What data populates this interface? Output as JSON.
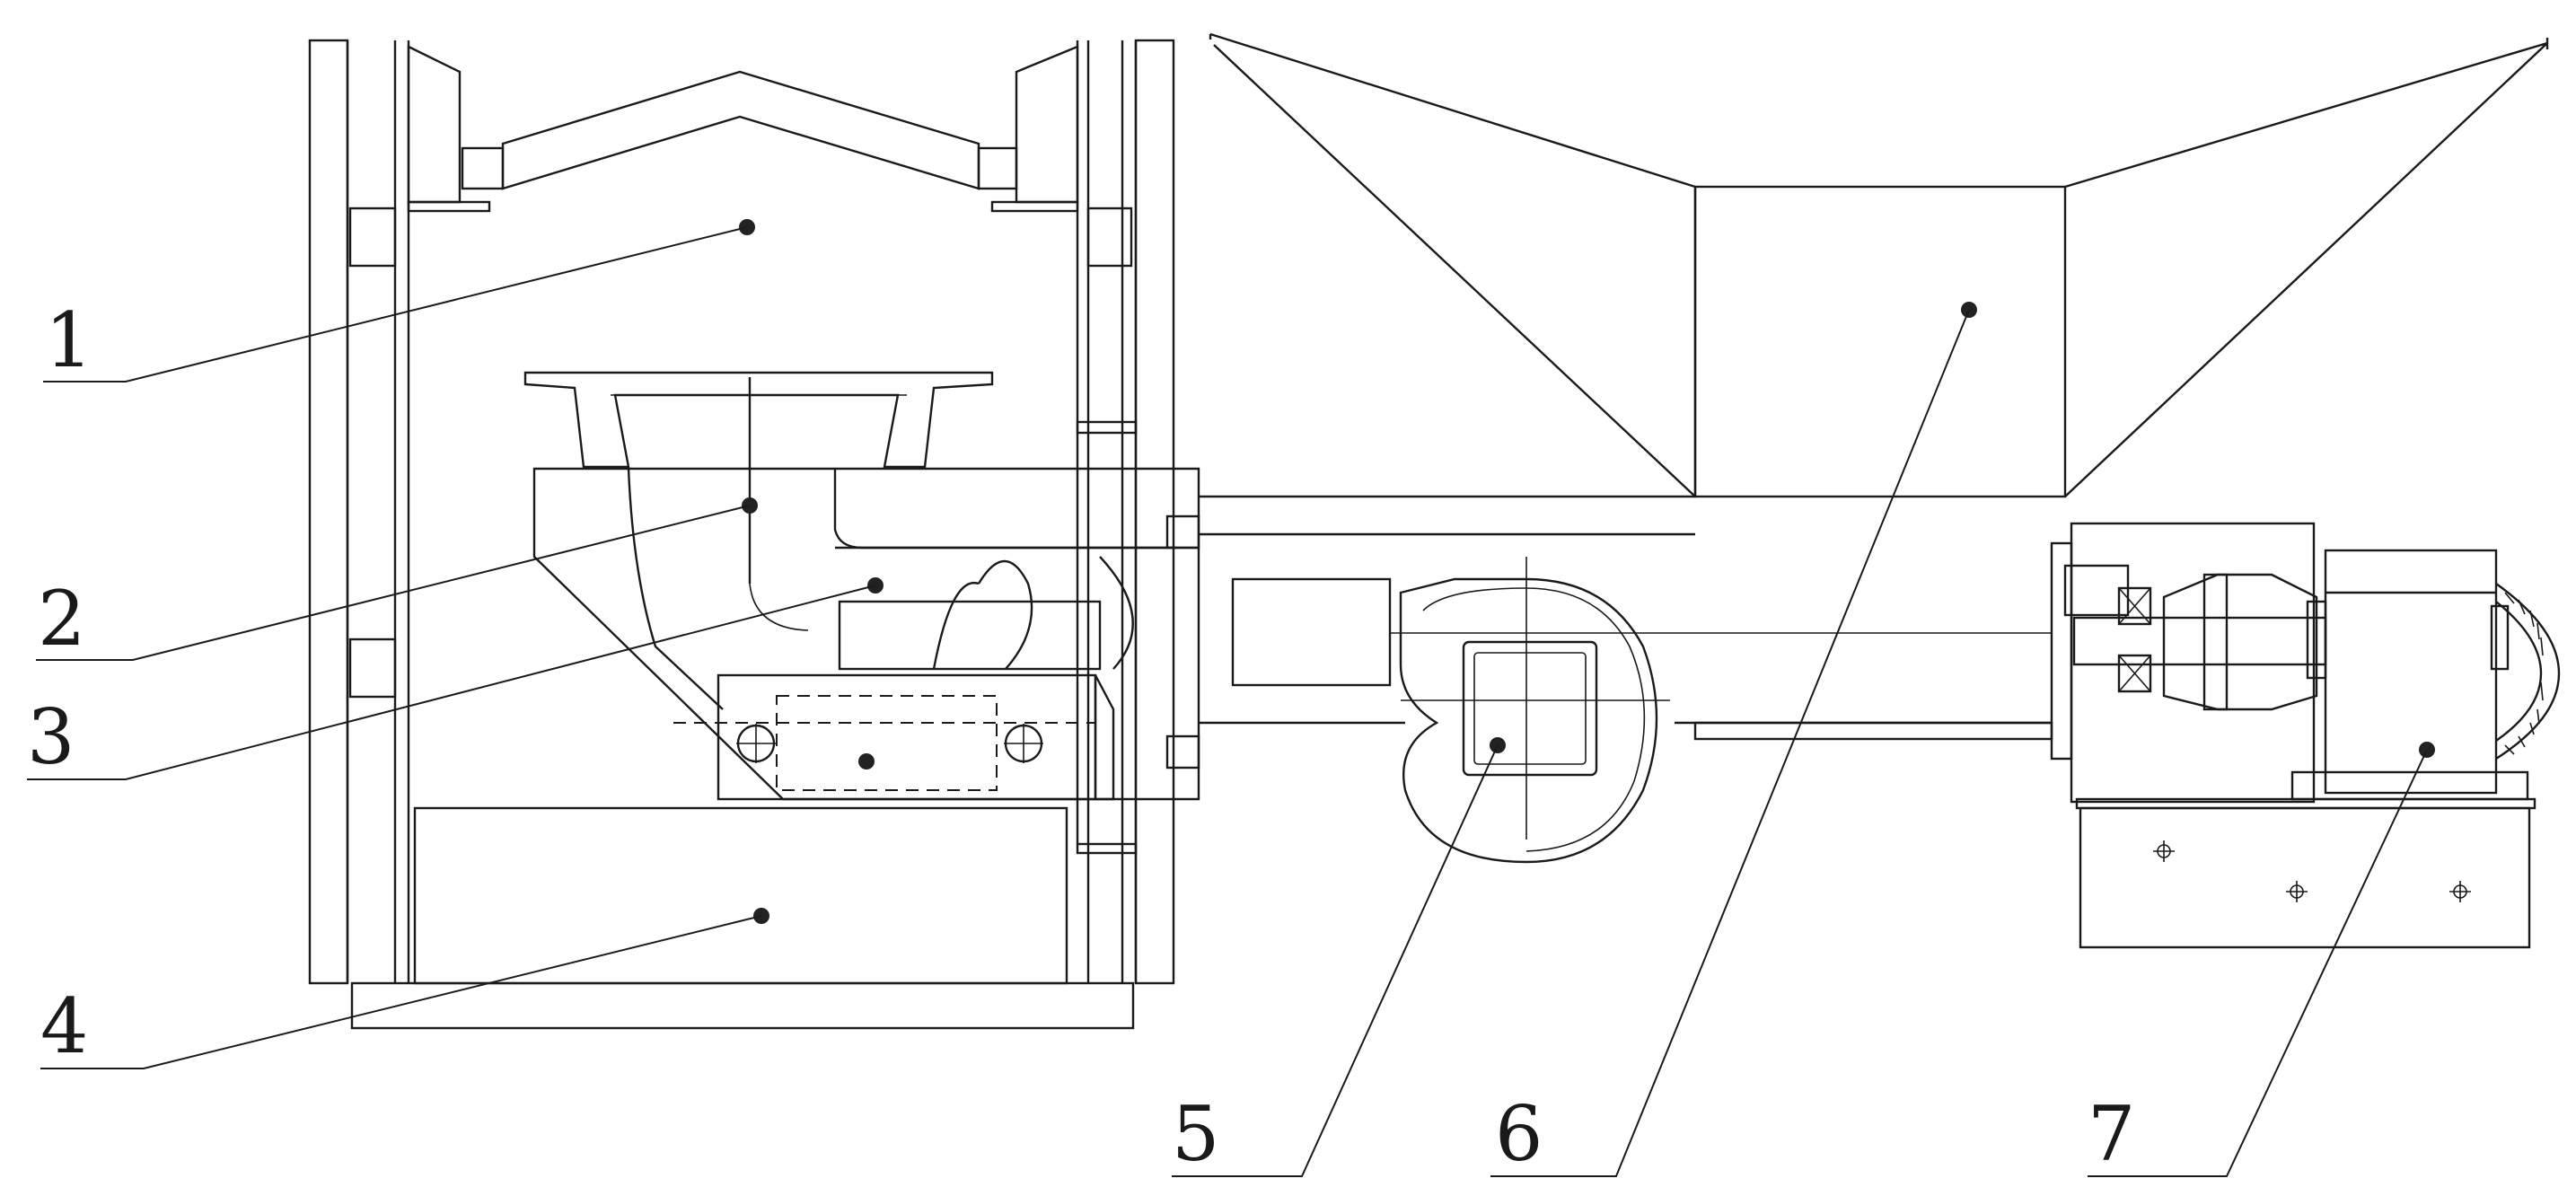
{
  "callouts": [
    {
      "id": "callout-1",
      "number": "1"
    },
    {
      "id": "callout-2",
      "number": "2"
    },
    {
      "id": "callout-3",
      "number": "3"
    },
    {
      "id": "callout-4",
      "number": "4"
    },
    {
      "id": "callout-5",
      "number": "5"
    },
    {
      "id": "callout-6",
      "number": "6"
    },
    {
      "id": "callout-7",
      "number": "7"
    }
  ],
  "colors": {
    "line": "#1a1a1a",
    "hatch": "#222222",
    "background": "#ffffff",
    "dark_part": "#3a3a3a"
  }
}
